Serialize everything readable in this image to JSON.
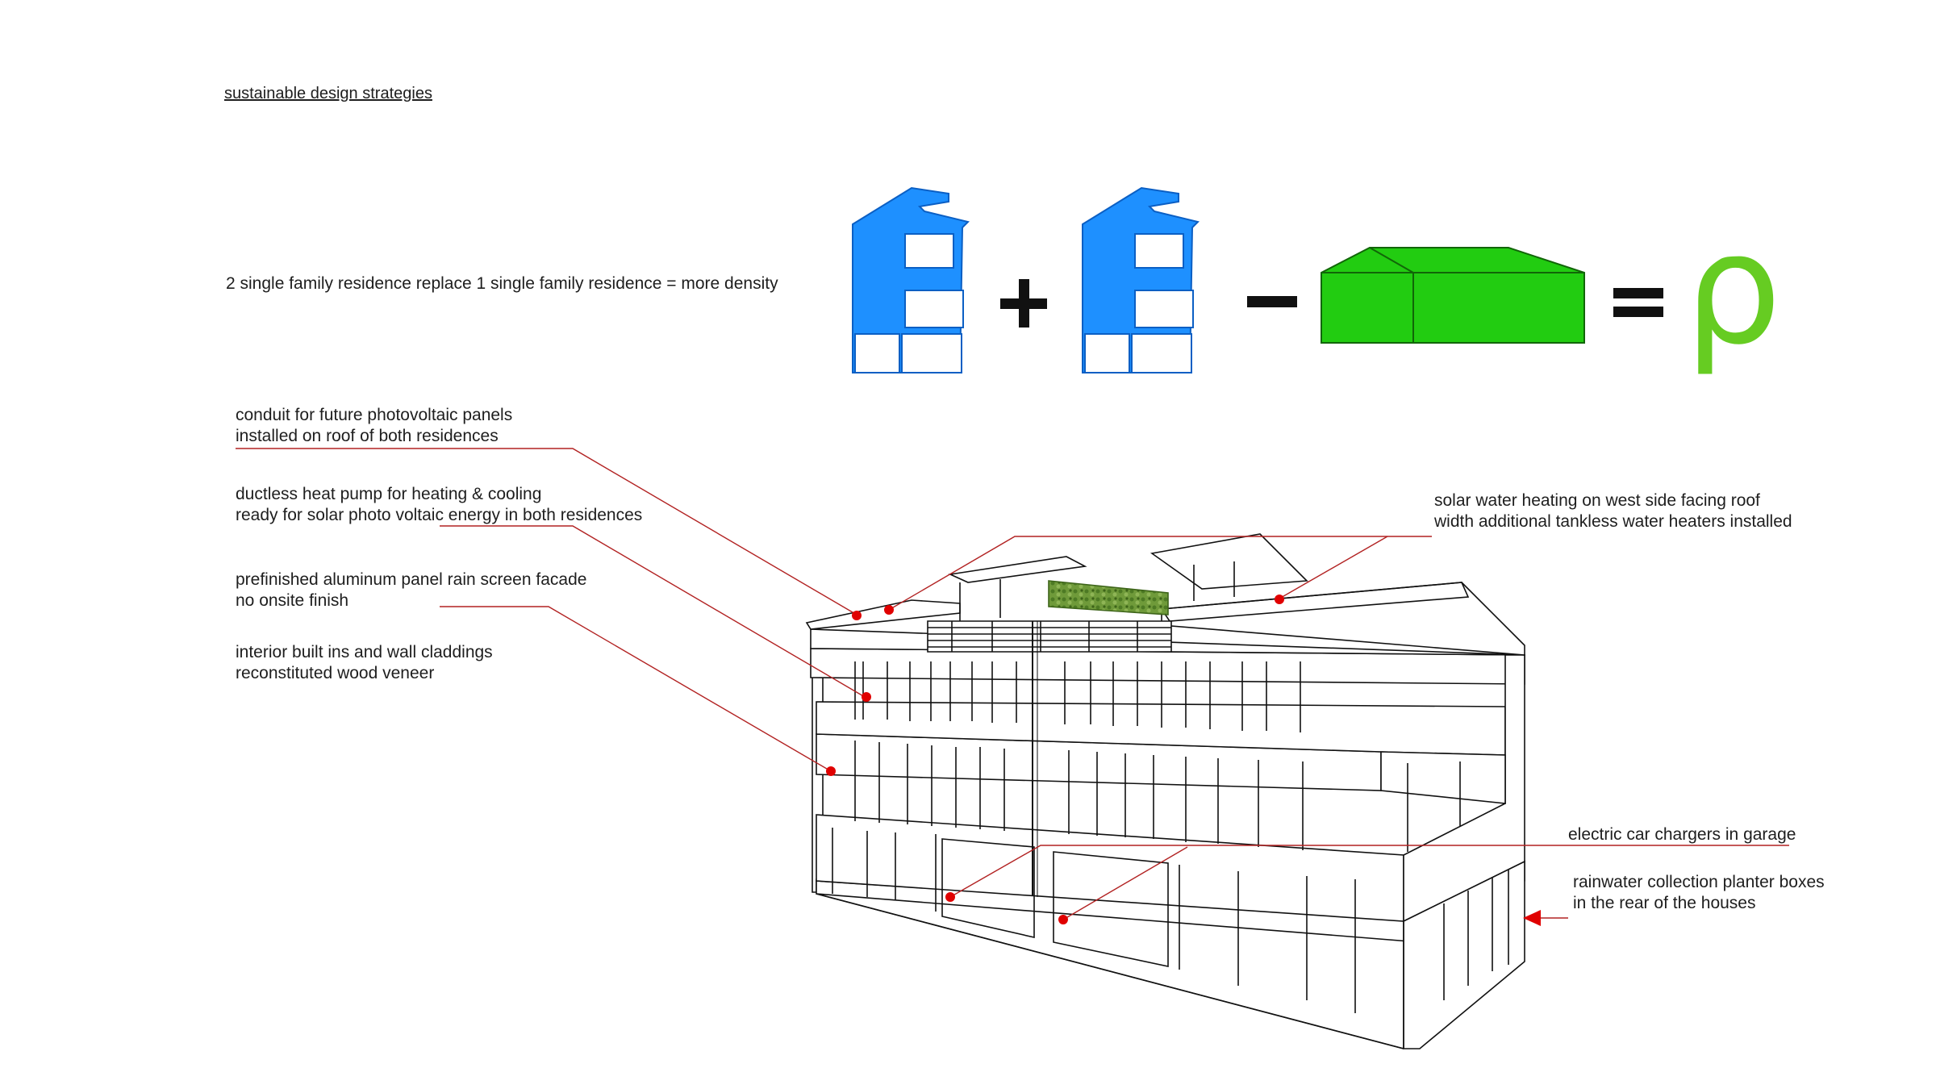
{
  "page": {
    "title": "sustainable design strategies",
    "equation_text": "2 single family residence replace 1 single family residence = more density",
    "equation_symbols": {
      "plus": "+",
      "minus": "−",
      "equals": "=",
      "result": "ρ"
    }
  },
  "callouts": [
    {
      "id": "photovoltaic",
      "lines": [
        "conduit for future photovoltaic panels",
        "installed on roof of both residences"
      ]
    },
    {
      "id": "heat-pump",
      "lines": [
        "ductless heat pump for heating & cooling",
        "ready for solar photo voltaic energy in both residences"
      ]
    },
    {
      "id": "facade",
      "lines": [
        "prefinished aluminum panel rain screen facade",
        "no onsite finish"
      ]
    },
    {
      "id": "interior",
      "lines": [
        "interior built ins and wall claddings",
        "reconstituted wood veneer"
      ]
    },
    {
      "id": "solar-water",
      "lines": [
        "solar water heating on west side facing roof",
        "width additional tankless water heaters installed"
      ]
    },
    {
      "id": "car-chargers",
      "lines": [
        "electric car chargers in garage"
      ]
    },
    {
      "id": "rainwater",
      "lines": [
        "rainwater collection planter boxes",
        "in the rear of the houses"
      ]
    }
  ],
  "colors": {
    "house_blue": "#1e90ff",
    "existing_green": "#22cc11",
    "rho_green": "#66cc22",
    "leader_red": "#b22222",
    "dot_red": "#e00000",
    "line_black": "#111111"
  }
}
